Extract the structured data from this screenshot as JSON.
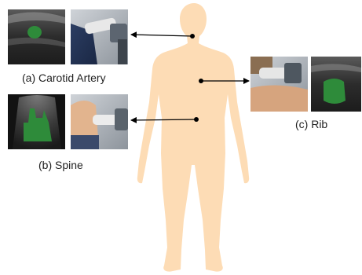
{
  "captions": {
    "carotid": "(a) Carotid Artery",
    "spine": "(b) Spine",
    "rib": "(c) Rib"
  },
  "colors": {
    "body_silhouette": "#FDDCB5",
    "segmentation_mask": "#2E8B3A",
    "arrow": "#000000",
    "ultrasound_bg": "#1a1a1a"
  },
  "icons": {
    "silhouette": "human-body-silhouette",
    "arrows": "arrow-icon",
    "probes": "ultrasound-probe-icon"
  }
}
